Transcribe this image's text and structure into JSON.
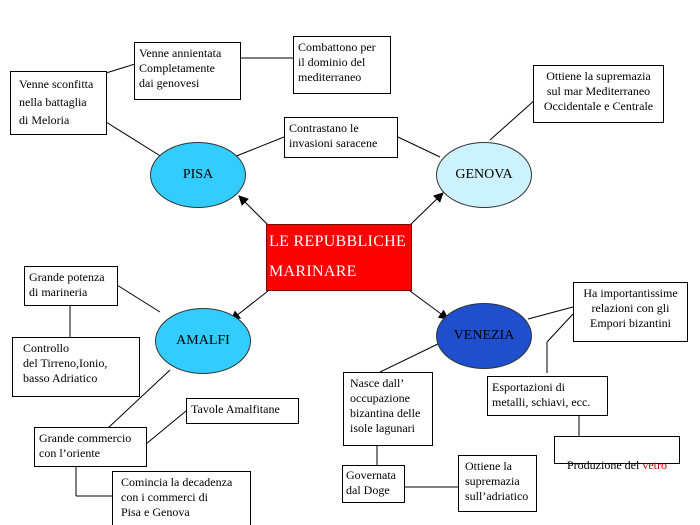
{
  "center": {
    "label": "LE REPUBBLICHE\nMARINARE",
    "color": "#ff0000"
  },
  "nodes": {
    "pisa": {
      "label": "PISA",
      "color": "#33ccff"
    },
    "genova": {
      "label": "GENOVA",
      "color": "#ccf2ff"
    },
    "amalfi": {
      "label": "AMALFI",
      "color": "#33ccff"
    },
    "venezia": {
      "label": "VENEZIA",
      "color": "#1f4fcc"
    }
  },
  "boxes": {
    "pisa_sconfitta": "Venne sconfitta\nnella battaglia\ndi Meloria",
    "pisa_annientata": "Venne annientata\nCompletamente\ndai genovesi",
    "combattono": "Combattono per\nil dominio del\nmediterraneo",
    "contrastano": "Contrastano le\ninvasioni saracene",
    "genova_supremazia": "Ottiene la supremazia\nsul mar Mediterraneo\nOccidentale e Centrale",
    "amalfi_potenza": "Grande potenza\ndi marineria",
    "amalfi_controllo": "Controllo\ndel Tirreno,Ionio,\nbasso Adriatico",
    "amalfi_commercio": "Grande commercio\ncon l’oriente",
    "amalfi_tavole": "Tavole Amalfitane",
    "amalfi_decadenza": "Comincia la decadenza\ncon i commerci di\nPisa e Genova",
    "venezia_nasce": "Nasce dall’\noccupazione\nbizantina delle\nisole lagunari",
    "venezia_doge": "Governata\ndal Doge",
    "venezia_adriatico": "Ottiene la\nsupremazia\nsull’adriatico",
    "venezia_rapporti": "Ha importantissime\nrelazioni con gli\nEmpori bizantini",
    "venezia_esportazioni": "Esportazioni di\nmetalli, schiavi, ecc.",
    "venezia_produzione_prefix": "Produzione del ",
    "venezia_produzione_highlight": "vetro"
  }
}
